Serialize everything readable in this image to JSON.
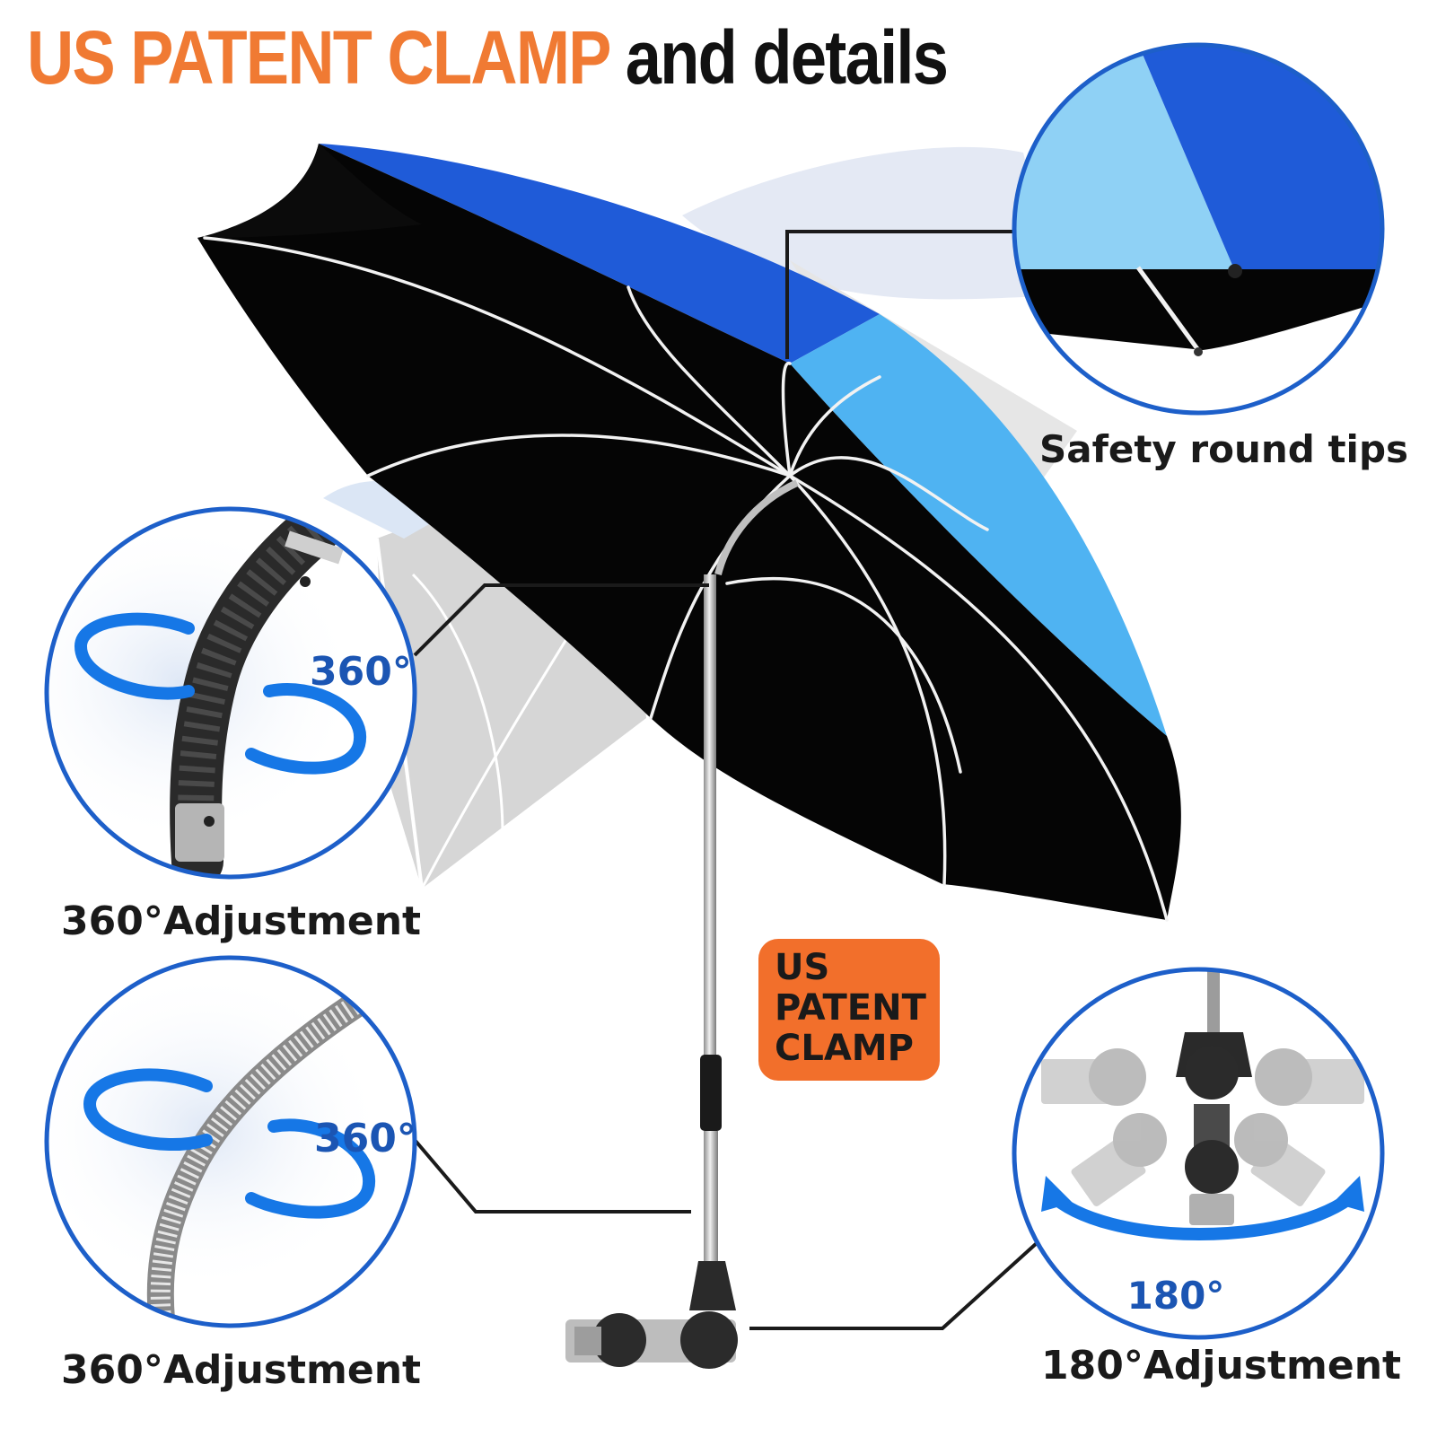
{
  "headline": {
    "accent": "US PATENT CLAMP",
    "rest": "and details"
  },
  "colors": {
    "accent_orange": "#f07a33",
    "badge_orange": "#f26f2b",
    "canopy_dark_blue": "#1f5bd8",
    "canopy_light_blue": "#4fb3f2",
    "canopy_inner": "#050505",
    "circle_border": "#1d5fc9",
    "arrow_blue": "#1677e6",
    "degree_text": "#1b55b3"
  },
  "callouts": {
    "tips": {
      "caption": "Safety round tips"
    },
    "joint": {
      "caption": "360°Adjustment",
      "degree": "360°"
    },
    "spring": {
      "caption": "360°Adjustment",
      "degree": "360°"
    },
    "clamp": {
      "caption": "180°Adjustment",
      "degree": "180°"
    }
  },
  "badge": {
    "line1": "US",
    "line2": "PATENT",
    "line3": "CLAMP"
  }
}
